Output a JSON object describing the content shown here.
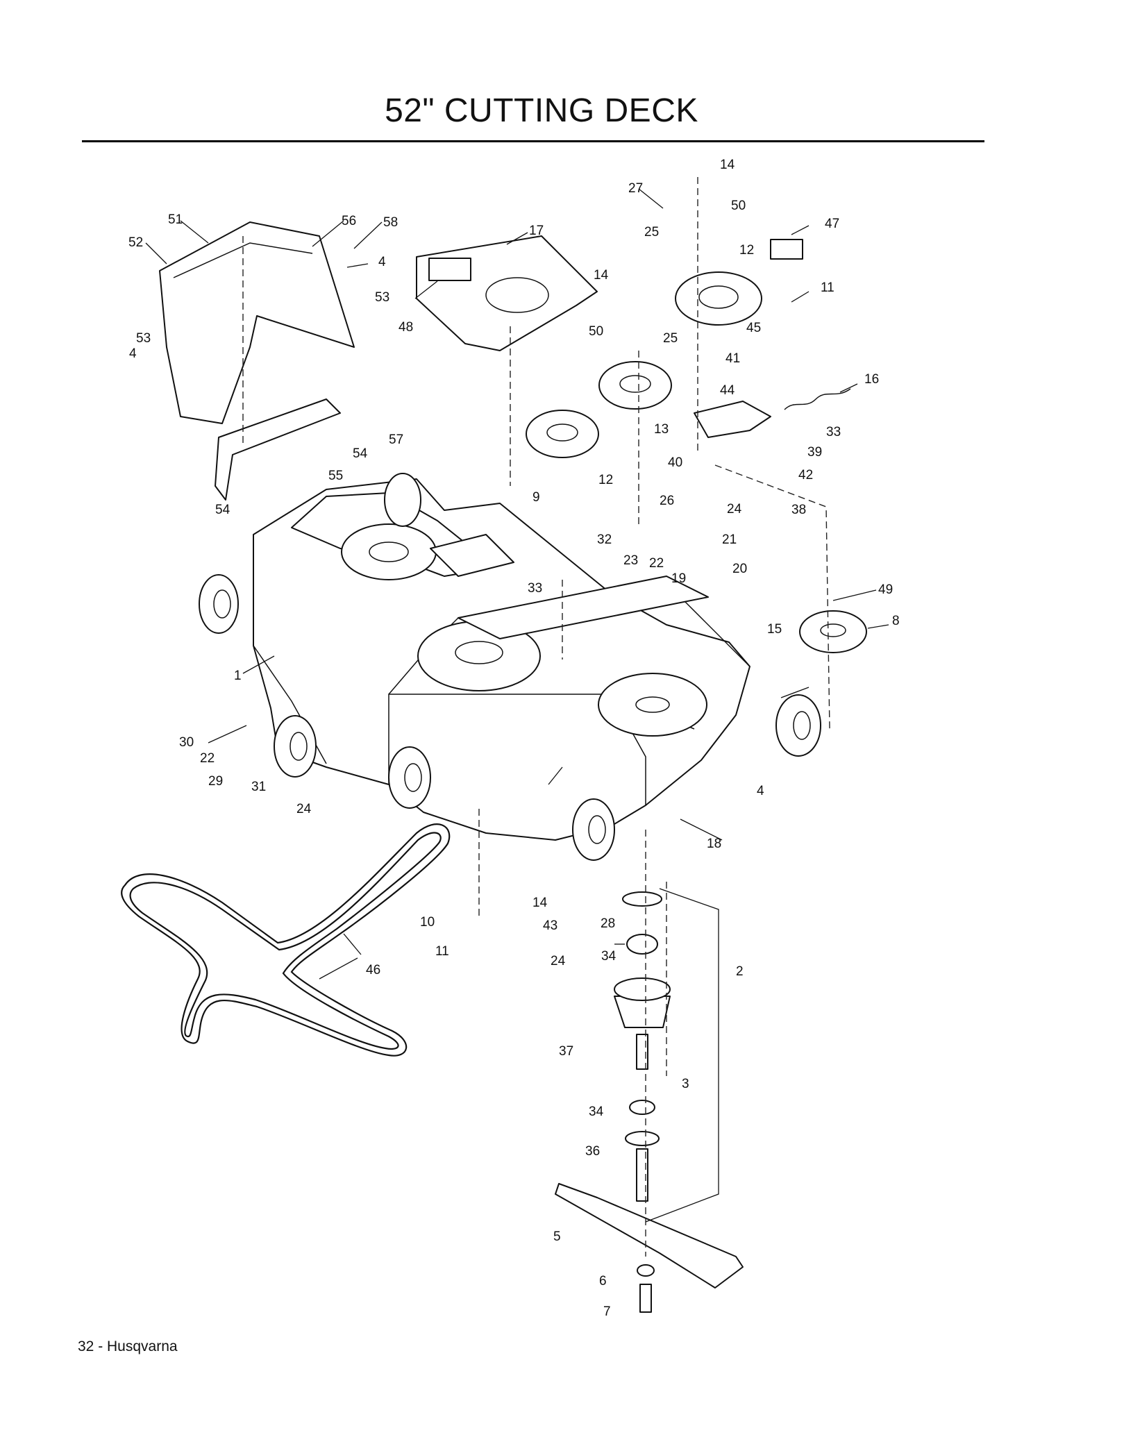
{
  "title": "52\" CUTTING DECK",
  "footer": "32 - Husqvarna",
  "callouts": [
    {
      "id": "c14a",
      "text": "14"
    },
    {
      "id": "c27",
      "text": "27"
    },
    {
      "id": "c50a",
      "text": "50"
    },
    {
      "id": "c51",
      "text": "51"
    },
    {
      "id": "c56",
      "text": "56"
    },
    {
      "id": "c58",
      "text": "58"
    },
    {
      "id": "c17",
      "text": "17"
    },
    {
      "id": "c25a",
      "text": "25"
    },
    {
      "id": "c47",
      "text": "47"
    },
    {
      "id": "c52",
      "text": "52"
    },
    {
      "id": "c4a",
      "text": "4"
    },
    {
      "id": "c12a",
      "text": "12"
    },
    {
      "id": "c14b",
      "text": "14"
    },
    {
      "id": "c53a",
      "text": "53"
    },
    {
      "id": "c11a",
      "text": "11"
    },
    {
      "id": "c48",
      "text": "48"
    },
    {
      "id": "c50b",
      "text": "50"
    },
    {
      "id": "c25b",
      "text": "25"
    },
    {
      "id": "c45",
      "text": "45"
    },
    {
      "id": "c53b",
      "text": "53"
    },
    {
      "id": "c4b",
      "text": "4"
    },
    {
      "id": "c41",
      "text": "41"
    },
    {
      "id": "c44",
      "text": "44"
    },
    {
      "id": "c16",
      "text": "16"
    },
    {
      "id": "c13",
      "text": "13"
    },
    {
      "id": "c33a",
      "text": "33"
    },
    {
      "id": "c57",
      "text": "57"
    },
    {
      "id": "c54a",
      "text": "54"
    },
    {
      "id": "c39",
      "text": "39"
    },
    {
      "id": "c40",
      "text": "40"
    },
    {
      "id": "c55",
      "text": "55"
    },
    {
      "id": "c42",
      "text": "42"
    },
    {
      "id": "c12b",
      "text": "12"
    },
    {
      "id": "c9",
      "text": "9"
    },
    {
      "id": "c54b",
      "text": "54"
    },
    {
      "id": "c26",
      "text": "26"
    },
    {
      "id": "c24a",
      "text": "24"
    },
    {
      "id": "c38",
      "text": "38"
    },
    {
      "id": "c21",
      "text": "21"
    },
    {
      "id": "c32",
      "text": "32"
    },
    {
      "id": "c23",
      "text": "23"
    },
    {
      "id": "c22a",
      "text": "22"
    },
    {
      "id": "c20",
      "text": "20"
    },
    {
      "id": "c33b",
      "text": "33"
    },
    {
      "id": "c19",
      "text": "19"
    },
    {
      "id": "c49",
      "text": "49"
    },
    {
      "id": "c8",
      "text": "8"
    },
    {
      "id": "c15",
      "text": "15"
    },
    {
      "id": "c1",
      "text": "1"
    },
    {
      "id": "c30",
      "text": "30"
    },
    {
      "id": "c22b",
      "text": "22"
    },
    {
      "id": "c29",
      "text": "29"
    },
    {
      "id": "c31",
      "text": "31"
    },
    {
      "id": "c4c",
      "text": "4"
    },
    {
      "id": "c24b",
      "text": "24"
    },
    {
      "id": "c18",
      "text": "18"
    },
    {
      "id": "c14c",
      "text": "14"
    },
    {
      "id": "c10",
      "text": "10"
    },
    {
      "id": "c43",
      "text": "43"
    },
    {
      "id": "c28",
      "text": "28"
    },
    {
      "id": "c11b",
      "text": "11"
    },
    {
      "id": "c24c",
      "text": "24"
    },
    {
      "id": "c34a",
      "text": "34"
    },
    {
      "id": "c46",
      "text": "46"
    },
    {
      "id": "c2",
      "text": "2"
    },
    {
      "id": "c37",
      "text": "37"
    },
    {
      "id": "c3",
      "text": "3"
    },
    {
      "id": "c34b",
      "text": "34"
    },
    {
      "id": "c36",
      "text": "36"
    },
    {
      "id": "c5",
      "text": "5"
    },
    {
      "id": "c6",
      "text": "6"
    },
    {
      "id": "c7",
      "text": "7"
    }
  ]
}
